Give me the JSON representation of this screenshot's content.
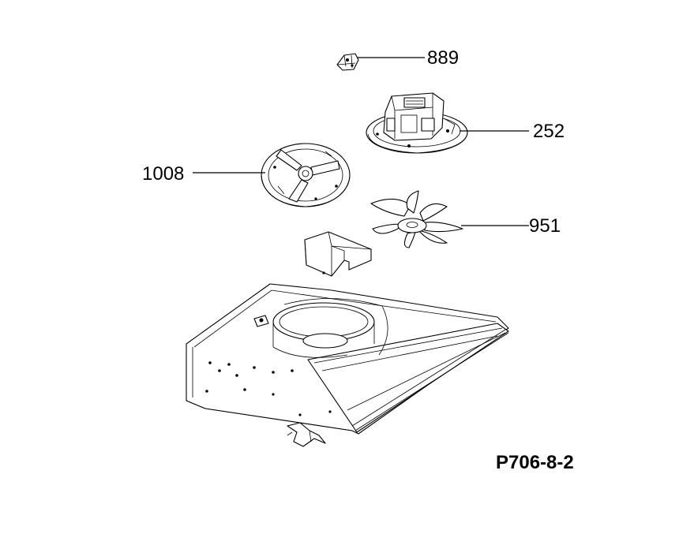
{
  "diagram_id": "P706-8-2",
  "callouts": {
    "889": "889",
    "252": "252",
    "1008": "1008",
    "951": "951"
  },
  "colors": {
    "line": "#000000",
    "background": "#ffffff"
  }
}
